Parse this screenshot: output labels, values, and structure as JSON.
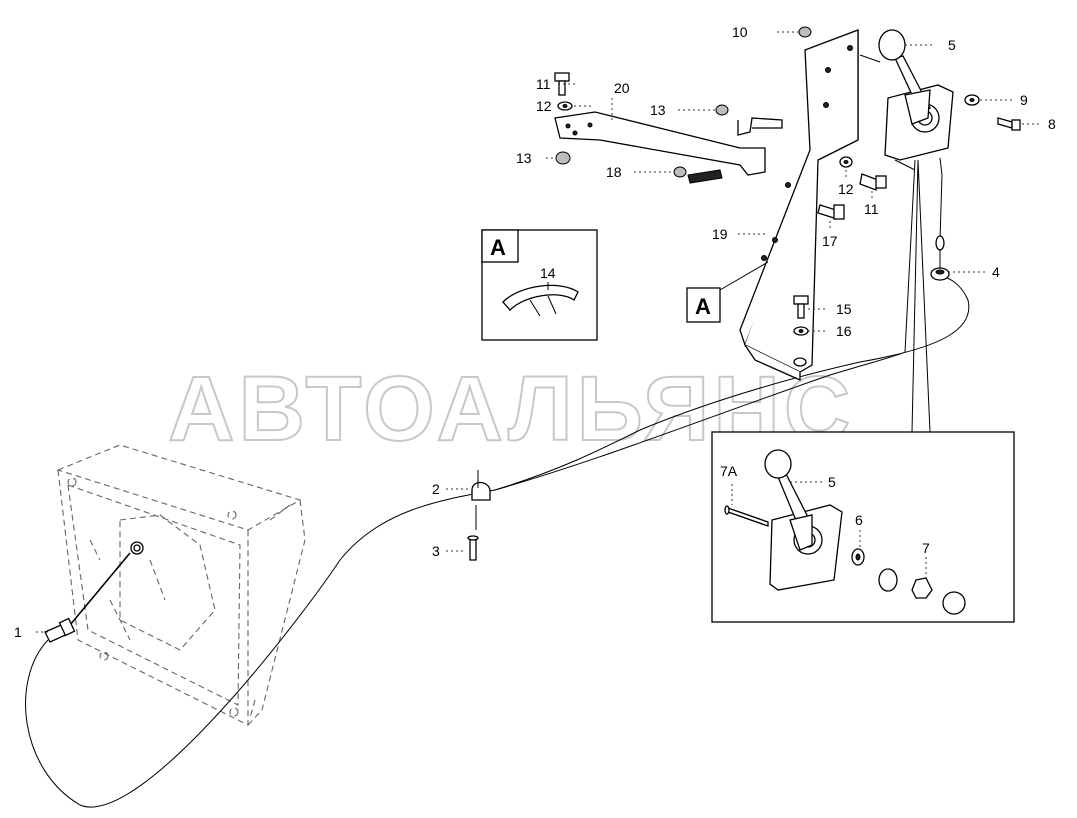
{
  "watermark": "АВТОАЛЬЯНС",
  "view_a": {
    "letter": "A",
    "item": "14"
  },
  "view_a_pointer": {
    "letter": "A"
  },
  "labels": {
    "p1": "1",
    "p2": "2",
    "p3": "3",
    "p4": "4",
    "p5": "5",
    "p5b": "5",
    "p6": "6",
    "p7": "7",
    "p7a": "7A",
    "p8": "8",
    "p9": "9",
    "p10": "10",
    "p11a": "11",
    "p11b": "11",
    "p12a": "12",
    "p12b": "12",
    "p13a": "13",
    "p13b": "13",
    "p15": "15",
    "p16": "16",
    "p17": "17",
    "p18": "18",
    "p19": "19",
    "p20": "20"
  }
}
